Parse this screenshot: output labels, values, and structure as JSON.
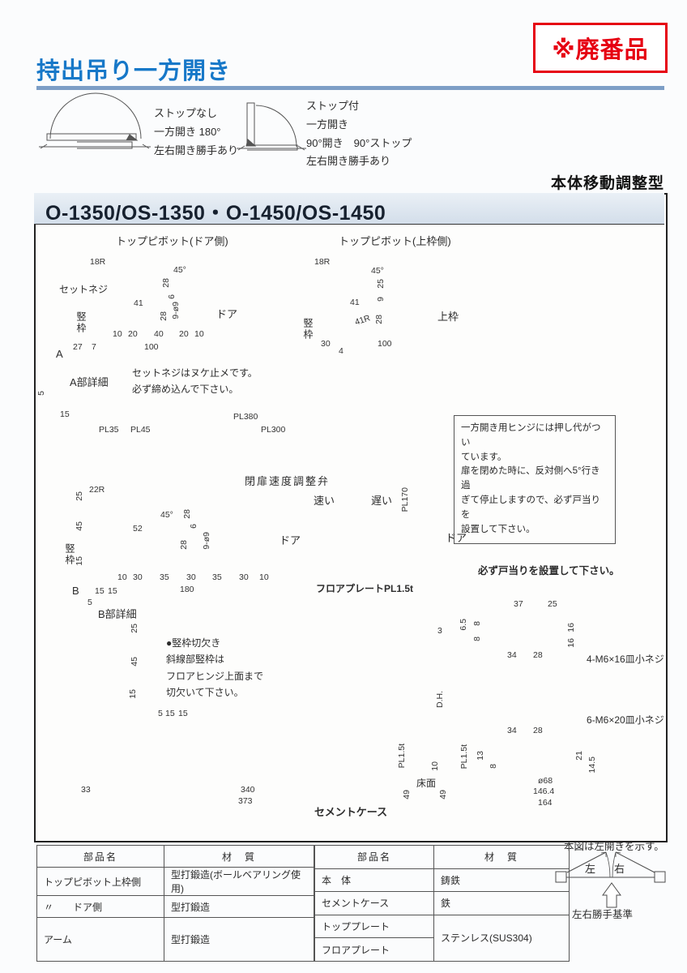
{
  "page": {
    "badge": "※廃番品",
    "title": "持出吊り一方開き",
    "type_label": "本体移動調整型",
    "model_header": "O-1350/OS-1350・O-1450/OS-1450",
    "accent_blue": "#1778c8",
    "rule_blue": "#7d9ec6",
    "badge_red": "#e60012"
  },
  "swing": {
    "no_stop": [
      "ストップなし",
      "一方開き 180°",
      "左右開き勝手あり"
    ],
    "with_stop": [
      "ストップ付",
      "一方開き",
      "90°開き　90°ストップ",
      "左右開き勝手あり"
    ]
  },
  "tp_door": {
    "title": "トップピボット(ドア側)",
    "r18": "18R",
    "angle": "45°",
    "v28a": "28",
    "v6": "6",
    "d41": "41",
    "v28b": "28",
    "holes": "9-ø9",
    "door": "ドア",
    "setscrew": "セットネジ",
    "frame": "竪枠",
    "a_label": "A",
    "d10a": "10",
    "d20a": "20",
    "d40": "40",
    "d20b": "20",
    "d10b": "10",
    "d100": "100",
    "d27": "27",
    "d7": "7"
  },
  "note_setscrew": [
    "セットネジはヌケ止メです。",
    "必ず締め込んで下さい。"
  ],
  "detail_a": {
    "title": "A部詳細",
    "v5": "5",
    "d15": "15"
  },
  "tp_frame": {
    "title": "トップピボット(上枠側)",
    "r18": "18R",
    "angle": "45°",
    "v25": "25",
    "v9": "9",
    "d41": "41",
    "r41": "41R",
    "v28": "28",
    "frame": "竪枠",
    "top_frame": "上枠",
    "d30": "30",
    "d4": "4",
    "d100": "100"
  },
  "plan": {
    "pl380": "PL380",
    "pl35": "PL35",
    "pl45": "PL45",
    "pl300": "PL300",
    "pl170": "PL170",
    "valve": "閉扉速度調整弁",
    "fast": "速い",
    "slow": "遅い",
    "r22": "22R",
    "angle": "45°",
    "v28a": "28",
    "v6": "6",
    "d52": "52",
    "v28b": "28",
    "holes": "9-ø9",
    "door": "ドア",
    "v25": "25",
    "v45": "45",
    "frame": "竪枠",
    "v15": "15",
    "b_label": "B",
    "d15a": "15",
    "d15b": "15",
    "d5": "5",
    "d10a": "10",
    "d30a": "30",
    "d35a": "35",
    "d30b": "30",
    "d35b": "35",
    "d30c": "30",
    "d10b": "10",
    "d180": "180",
    "floorplate": "フロアプレートPL1.5t"
  },
  "note_push": [
    "一方開き用ヒンジには押し代がつい",
    "ています。",
    "扉を閉めた時に、反対側へ5°行き過",
    "ぎて停止しますので、必ず戸当りを",
    "設置して下さい。"
  ],
  "doorstop": {
    "door": "ドア",
    "note": "必ず戸当りを設置して下さい。"
  },
  "detail_b": {
    "title": "B部詳細",
    "v25": "25",
    "v45": "45",
    "v15": "15",
    "d5": "5",
    "d15a": "15",
    "d15b": "15",
    "note": [
      "●竪枠切欠き",
      "斜線部竪枠は",
      "フロアヒンジ上面まで",
      "切欠いて下さい。"
    ]
  },
  "case_view": {
    "d33": "33",
    "d340": "340",
    "d373": "373",
    "label": "セメントケース",
    "pl": "PL1.5t",
    "v49": "49",
    "v10": "10",
    "floor": "床面"
  },
  "section": {
    "d37": "37",
    "d25": "25",
    "d3": "3",
    "d65": "6.5",
    "d8a": "8",
    "d8b": "8",
    "d16a": "16",
    "d16b": "16",
    "d34a": "34",
    "d28a": "28",
    "screw4": "4-M6×16皿小ネジ",
    "dh": "D.H.",
    "screw6": "6-M6×20皿小ネジ",
    "d34b": "34",
    "d28b": "28",
    "pl": "PL1.5t",
    "d13": "13",
    "d8c": "8",
    "d21": "21",
    "d145": "14.5",
    "dia68": "ø68",
    "d1464": "146.4",
    "d164": "164",
    "v49": "49"
  },
  "legend": {
    "note": "本図は左開きを示す。",
    "left": "左",
    "right": "右",
    "base": "左右勝手基準"
  },
  "parts_table": {
    "headers": [
      "部品名",
      "材　質"
    ],
    "left_rows": [
      [
        "トップピボット上枠側",
        "型打鍛造(ボールベアリング使用)"
      ],
      [
        "〃　　ドア側",
        "型打鍛造"
      ],
      [
        "アーム",
        "型打鍛造"
      ]
    ],
    "right_rows": [
      [
        "本　体",
        "鋳鉄"
      ],
      [
        "セメントケース",
        "鉄"
      ],
      [
        "トッププレート",
        "ステンレス(SUS304)"
      ],
      [
        "フロアプレート",
        ""
      ]
    ]
  }
}
